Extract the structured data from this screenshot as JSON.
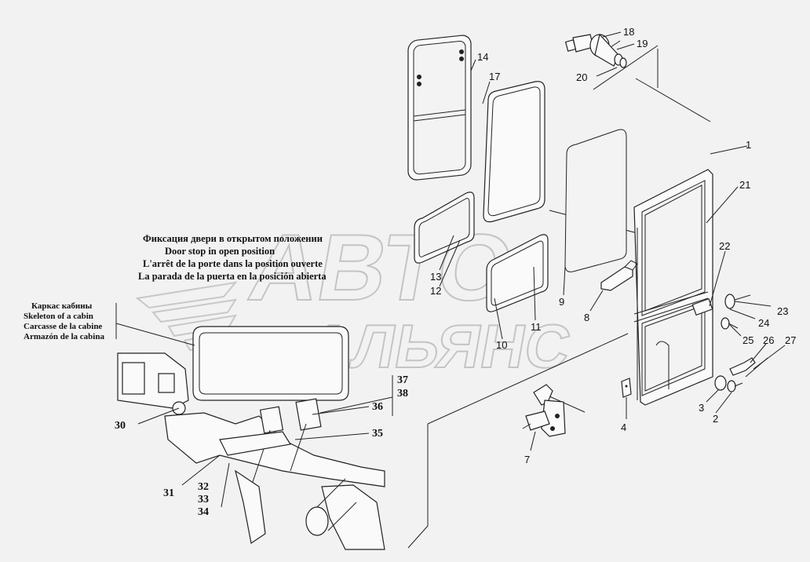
{
  "watermark": {
    "line1": "АВТО",
    "line2": "АЛЬЯНС"
  },
  "captions": {
    "door_stop": [
      "Фиксация двери в открытом положении",
      "Door stop in open position",
      "L'arrêt de la porte dans la position ouverte",
      "La parada de la puerta en la posición abierta"
    ],
    "skeleton": [
      "Каркас кабины",
      "Skeleton of a cabin",
      "Carcasse de la cabine",
      "Armazón de la cabina"
    ]
  },
  "callouts": {
    "n1": "1",
    "n2": "2",
    "n3": "3",
    "n4": "4",
    "n7": "7",
    "n8": "8",
    "n9": "9",
    "n10": "10",
    "n11": "11",
    "n12": "12",
    "n13": "13",
    "n14": "14",
    "n17": "17",
    "n18": "18",
    "n19": "19",
    "n20": "20",
    "n21": "21",
    "n22": "22",
    "n23": "23",
    "n24": "24",
    "n25": "25",
    "n26": "26",
    "n27": "27",
    "n30": "30",
    "n31": "31",
    "n32": "32",
    "n33": "33",
    "n34": "34",
    "n35": "35",
    "n36": "36",
    "n37": "37",
    "n38": "38"
  }
}
